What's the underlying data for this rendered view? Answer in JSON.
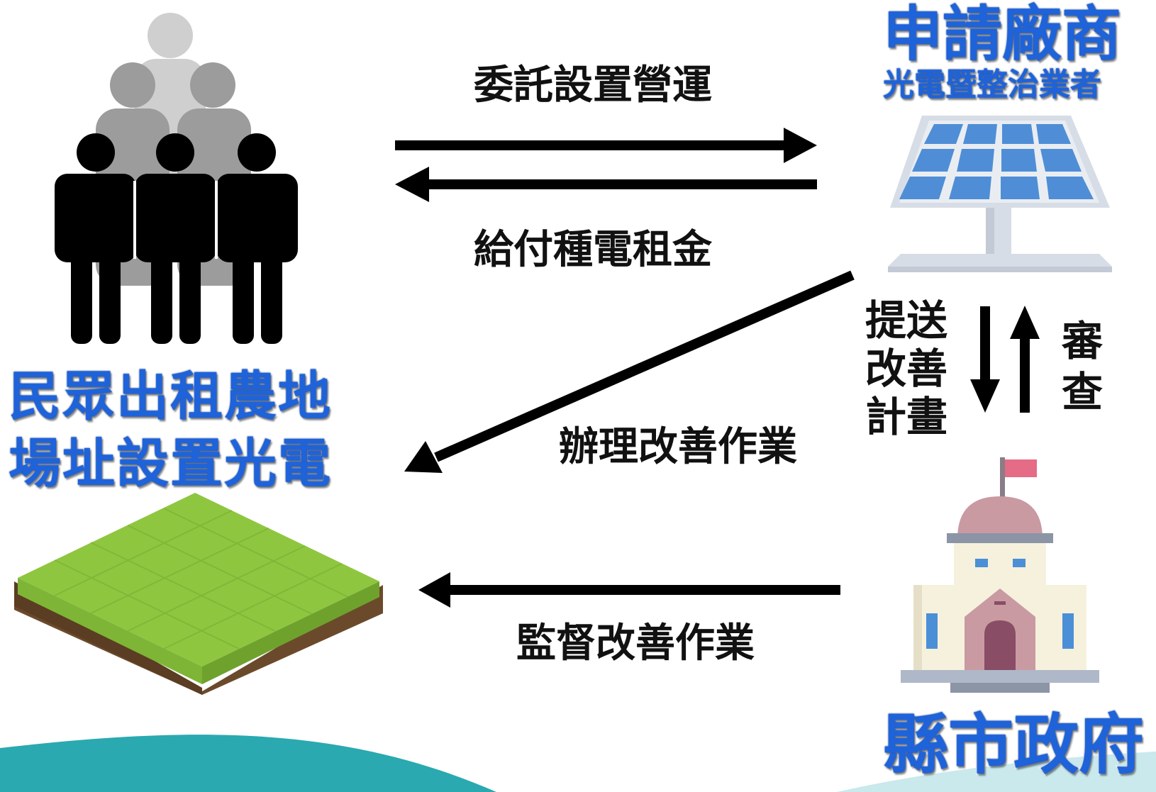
{
  "left_title": {
    "line1": "民眾出租農地",
    "line2": "場址設置光電"
  },
  "vendor": {
    "title": "申請廠商",
    "subtitle": "光電暨整治業者"
  },
  "government": {
    "title": "縣市政府"
  },
  "flows": {
    "commission": "委託設置營運",
    "rent": "給付種電租金",
    "remediation": "辦理改善作業",
    "supervise": "監督改善作業",
    "submit_plan": "提送改善計畫",
    "review": "審查"
  },
  "colors": {
    "title_blue": "#1e63d9",
    "arrow": "#000000",
    "grass": "#8fc640",
    "soil": "#6b4a2b",
    "panel_cell": "#4f8ed6",
    "flag": "#e56b86",
    "footer_teal": "#2aa9b0"
  },
  "icons": {
    "people": "group-of-people-icon",
    "field": "farmland-tile-icon",
    "solar": "solar-panel-icon",
    "government": "government-building-icon"
  }
}
